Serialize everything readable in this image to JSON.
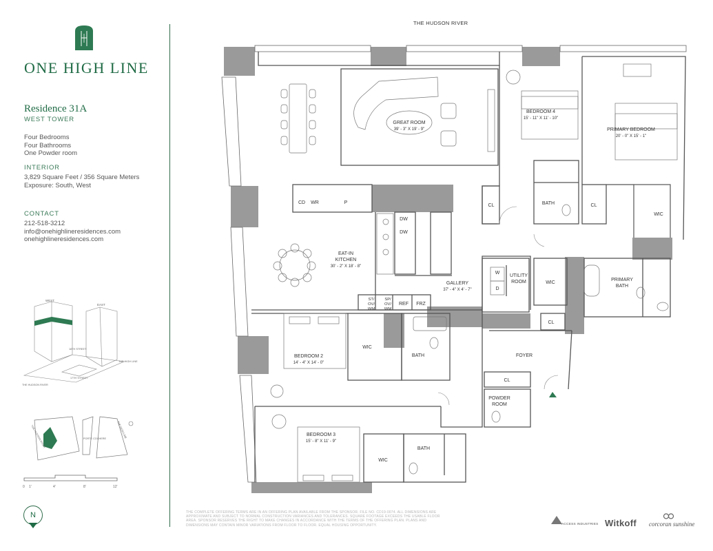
{
  "brand": {
    "name": "ONE HIGH LINE",
    "accent_color": "#1f6b45"
  },
  "residence": {
    "title": "Residence 31A",
    "tower": "WEST TOWER",
    "summary": [
      "Four Bedrooms",
      "Four Bathrooms",
      "One Powder room"
    ]
  },
  "interior": {
    "heading": "INTERIOR",
    "area": "3,829 Square Feet / 356 Square Meters",
    "exposure": "Exposure: South, West"
  },
  "contact": {
    "heading": "CONTACT",
    "phone": "212-518-3212",
    "email": "info@onehighlineresidences.com",
    "website": "onehighlineresidences.com"
  },
  "key_plan": {
    "tower_labels": [
      "WEST",
      "EAST"
    ],
    "street_labels": [
      "THE HIGH LINE",
      "THE HUDSON RIVER",
      "17TH STREET",
      "18TH STREET"
    ],
    "site_labels": [
      "THE HUDSON RIVER",
      "PORTE COCHERE",
      "THE HIGH LINE"
    ],
    "scale_labels": [
      "0",
      "1'",
      "4'",
      "8'",
      "12'"
    ]
  },
  "compass_label": "N",
  "plan": {
    "river_label": "THE HUDSON RIVER",
    "rooms": [
      {
        "name": "GREAT ROOM",
        "dims": "39' - 3\" X 19' - 9\""
      },
      {
        "name": "BEDROOM 4",
        "dims": "15' - 11\" X 11' - 10\""
      },
      {
        "name": "PRIMARY BEDROOM",
        "dims": "20' - 0\" X 15' - 1\""
      },
      {
        "name": "EAT-IN",
        "name2": "KITCHEN",
        "dims": "30' - 2\" X 18' - 8\""
      },
      {
        "name": "GALLERY",
        "dims": "37' - 4\" X 4' - 7\""
      },
      {
        "name": "BEDROOM 2",
        "dims": "14' - 4\" X 14' - 0\""
      },
      {
        "name": "BEDROOM 3",
        "dims": "15' - 8\" X 11' - 9\""
      },
      {
        "name": "UTILITY",
        "name2": "ROOM"
      },
      {
        "name": "PRIMARY",
        "name2": "BATH"
      },
      {
        "name": "POWDER",
        "name2": "ROOM"
      },
      {
        "name": "FOYER"
      }
    ],
    "small_labels": {
      "cd": "CD",
      "wr": "WR",
      "p": "P",
      "dw1": "DW",
      "dw2": "DW",
      "bath_b4": "BATH",
      "cl_b4": "CL",
      "cl_main": "CL",
      "cl_primary": "CL",
      "wic_primary": "WIC",
      "w": "W",
      "d": "D",
      "wic_util": "WIC",
      "cl_foyer1": "CL",
      "cl_foyer2": "CL",
      "wic_b2": "WIC",
      "bath_b2": "BATH",
      "wic_b3": "WIC",
      "bath_b3": "BATH",
      "st": "ST/",
      "st2": "OV/",
      "st3": "WM",
      "sp": "SP/",
      "sp2": "OV/",
      "sp3": "WM",
      "ref": "REF",
      "frz": "FRZ"
    }
  },
  "disclaimer": "THE COMPLETE OFFERING TERMS ARE IN AN OFFERING PLAN AVAILABLE FROM THE SPONSOR. FILE NO. CD19-0074. ALL DIMENSIONS ARE APPROXIMATE AND SUBJECT TO NORMAL CONSTRUCTION VARIANCES AND TOLERANCES. SQUARE FOOTAGE EXCEEDS THE USABLE FLOOR AREA. SPONSOR RESERVES THE RIGHT TO MAKE CHANGES IN ACCORDANCE WITH THE TERMS OF THE OFFERING PLAN. PLANS AND DIMENSIONS MAY CONTAIN MINOR VARIATIONS FROM FLOOR TO FLOOR. EQUAL HOUSING OPPORTUNITY.",
  "partners": [
    "ACCESS INDUSTRIES",
    "Witkoff",
    "corcoran sunshine"
  ],
  "colors": {
    "wall": "#9a9a9a",
    "wall_dark": "#7d7d7d",
    "line": "#555555",
    "green": "#1f6b45"
  }
}
